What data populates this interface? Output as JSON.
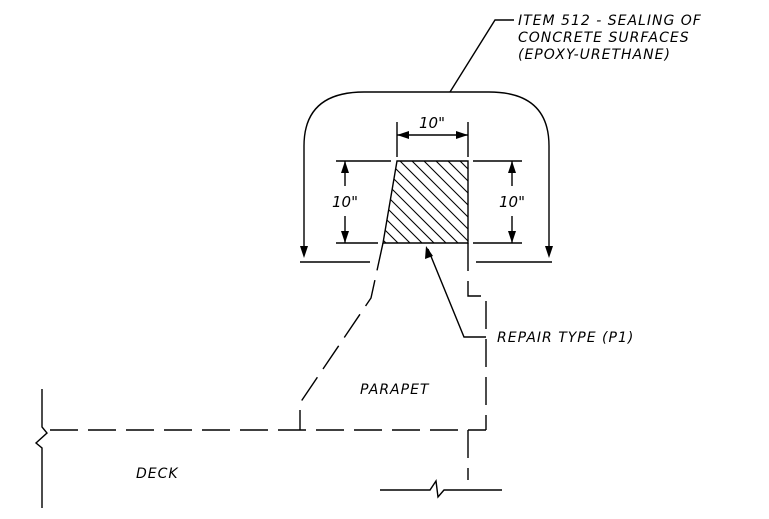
{
  "callouts": {
    "sealing_line1": "ITEM 512 - SEALING OF",
    "sealing_line2": "CONCRETE SURFACES",
    "sealing_line3": "(EPOXY-URETHANE)",
    "repair": "REPAIR TYPE (P1)"
  },
  "labels": {
    "parapet": "PARAPET",
    "deck": "DECK"
  },
  "dimensions": {
    "top_width": "10\"",
    "left_height": "10\"",
    "right_height": "10\""
  }
}
